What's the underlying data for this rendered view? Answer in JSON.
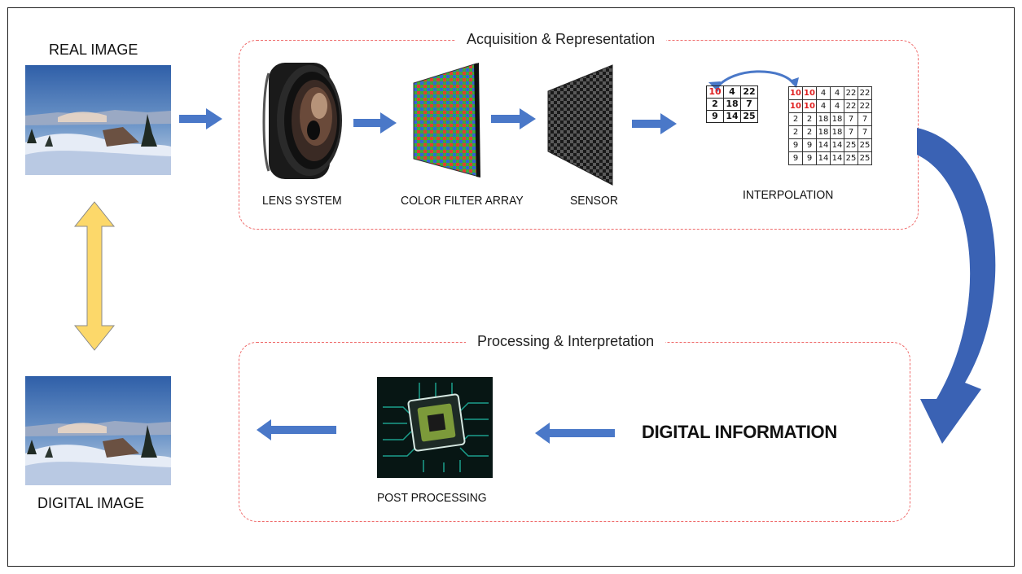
{
  "labels": {
    "real_image": "REAL IMAGE",
    "digital_image": "DIGITAL IMAGE",
    "lens_system": "LENS SYSTEM",
    "color_filter_array": "COLOR FILTER ARRAY",
    "sensor": "SENSOR",
    "interpolation": "INTERPOLATION",
    "post_processing": "POST PROCESSING",
    "digital_information": "DIGITAL INFORMATION"
  },
  "sections": {
    "acquisition_title": "Acquisition & Representation",
    "processing_title": "Processing & Interpretation"
  },
  "interpolation_input": [
    [
      "10",
      "4",
      "22"
    ],
    [
      "2",
      "18",
      "7"
    ],
    [
      "9",
      "14",
      "25"
    ]
  ],
  "interpolation_output": [
    [
      "10",
      "10",
      "4",
      "4",
      "22",
      "22"
    ],
    [
      "10",
      "10",
      "4",
      "4",
      "22",
      "22"
    ],
    [
      "2",
      "2",
      "18",
      "18",
      "7",
      "7"
    ],
    [
      "2",
      "2",
      "18",
      "18",
      "7",
      "7"
    ],
    [
      "9",
      "9",
      "14",
      "14",
      "25",
      "25"
    ],
    [
      "9",
      "9",
      "14",
      "14",
      "25",
      "25"
    ]
  ],
  "colors": {
    "flow_arrow": "#4a78c8",
    "big_curve_arrow": "#3a62b4",
    "double_arrow": "#fcd86a",
    "dashed_border": "#ef6b6b",
    "highlight": "#e02020"
  }
}
